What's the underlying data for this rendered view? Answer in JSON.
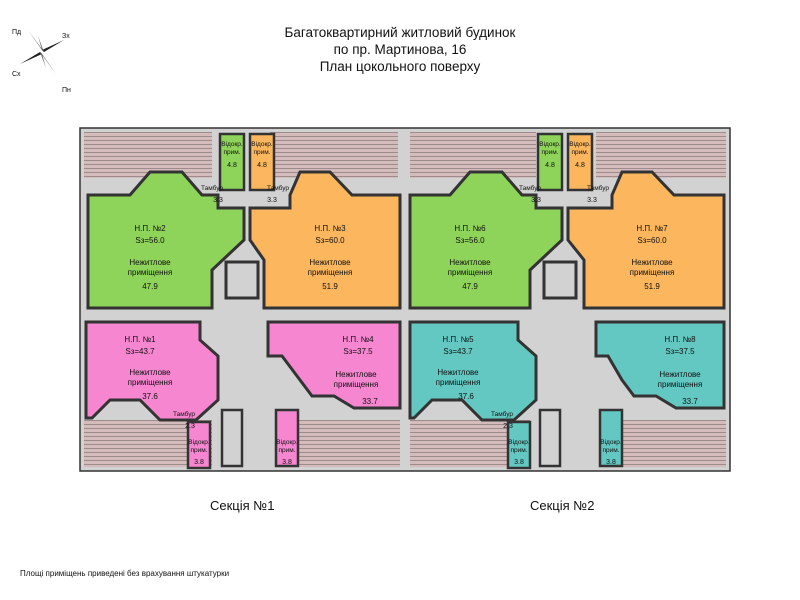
{
  "title": {
    "line1": "Багатоквартирний житловий будинок",
    "line2": "по пр. Мартинова, 16",
    "line3": "План цокольного поверху"
  },
  "compass": {
    "pd": "Пд",
    "zkh": "Зх",
    "skh": "Сх",
    "pn": "Пн"
  },
  "colors": {
    "green": "#8fd45a",
    "orange": "#fbb65e",
    "pink": "#f686d0",
    "teal": "#64c8c2",
    "corridor": "#d2d2d2",
    "wall": "#3a3a3a",
    "stair": "#c9b0b0"
  },
  "labels": {
    "otkr": [
      "Відокр.",
      "прим."
    ],
    "tambur": "Тамбур",
    "nezhitlove": [
      "Нежитлове",
      "приміщення"
    ]
  },
  "units": [
    {
      "id": "np2",
      "name": "Н.П. №2",
      "area_total": "Sз=56.0",
      "area_main": "47.9",
      "tambur": "3.3",
      "otkr": "4.8"
    },
    {
      "id": "np3",
      "name": "Н.П. №3",
      "area_total": "Sз=60.0",
      "area_main": "51.9",
      "tambur": "3.3",
      "otkr": "4.8"
    },
    {
      "id": "np6",
      "name": "Н.П. №6",
      "area_total": "Sз=56.0",
      "area_main": "47.9",
      "tambur": "3.3",
      "otkr": "4.8"
    },
    {
      "id": "np7",
      "name": "Н.П. №7",
      "area_total": "Sз=60.0",
      "area_main": "51.9",
      "tambur": "3.3",
      "otkr": "4.8"
    },
    {
      "id": "np1",
      "name": "Н.П. №1",
      "area_total": "Sз=43.7",
      "area_main": "37.6",
      "tambur": "2.3",
      "otkr": "3.8"
    },
    {
      "id": "np4",
      "name": "Н.П. №4",
      "area_total": "Sз=37.5",
      "area_main": "33.7",
      "tambur": "",
      "otkr": "3.8"
    },
    {
      "id": "np5",
      "name": "Н.П. №5",
      "area_total": "Sз=43.7",
      "area_main": "37.6",
      "tambur": "2.3",
      "otkr": "3.8"
    },
    {
      "id": "np8",
      "name": "Н.П. №8",
      "area_total": "Sз=37.5",
      "area_main": "33.7",
      "tambur": "",
      "otkr": "3.8"
    }
  ],
  "sections": [
    "Секція №1",
    "Секція №2"
  ],
  "footnote": "Площі приміщень приведені без врахування штукатурки"
}
